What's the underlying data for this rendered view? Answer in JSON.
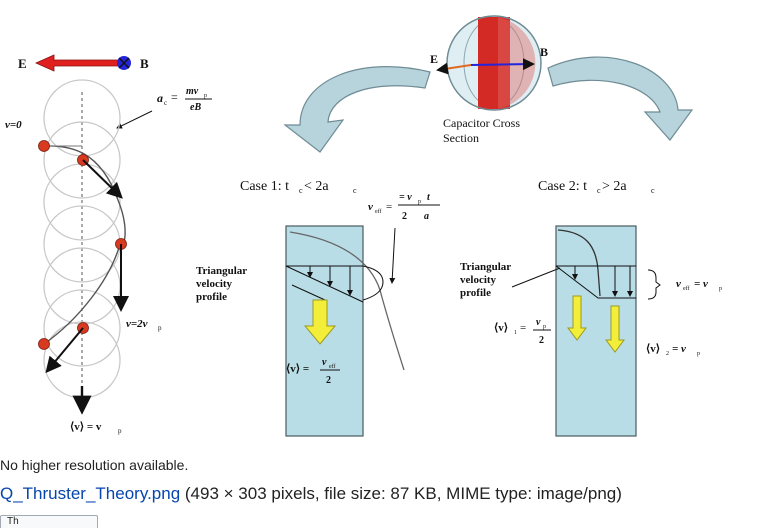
{
  "figure": {
    "left_panel": {
      "e_label": "E",
      "b_label": "B",
      "radius_eq": "a",
      "radius_sub": "c",
      "radius_num": "mv",
      "radius_num_sub": "p",
      "radius_den": "eB",
      "v0": "v=0",
      "v2": "v=2v",
      "v2_sub": "p",
      "avg": "⟨v⟩ = v",
      "avg_sub": "p"
    },
    "capacitor": {
      "e_label": "E",
      "b_label": "B",
      "caption_line1": "Capacitor Cross",
      "caption_line2": "Section"
    },
    "case1": {
      "title": "Case 1: t",
      "title_rest": " < 2a",
      "sub": "c",
      "eff_lhs": "v",
      "eff_lhs_sub": "eff",
      "eff_rhs": "= v",
      "eff_rhs_sub": "p",
      "eff_frac_den": "2",
      "eff_t": "t",
      "eff_a": "a",
      "profile_l1": "Triangular",
      "profile_l2": "velocity",
      "profile_l3": "profile",
      "avg_lhs": "⟨v⟩ =",
      "avg_num": "v",
      "avg_num_sub": "eff",
      "avg_den": "2"
    },
    "case2": {
      "title": "Case 2: t",
      "title_rest": " > 2a",
      "sub": "c",
      "profile_l1": "Triangular",
      "profile_l2": "velocity",
      "profile_l3": "profile",
      "eff": "v",
      "eff_sub": "eff",
      "eff_rhs": "= v",
      "eff_rhs_sub": "p",
      "avg1_lhs": "⟨v⟩",
      "avg1_sub": "1",
      "avg1_num": "v",
      "avg1_num_sub": "p",
      "avg1_den": "2",
      "avg2_lhs": "⟨v⟩",
      "avg2_sub": "2",
      "avg2_rhs": "= v",
      "avg2_rhs_sub": "p"
    },
    "colors": {
      "e_arrow": "#e0201f",
      "b_dot": "#2424d8",
      "particle": "#d83a1f",
      "box_fill": "#b9dde6",
      "yellow_arrow": "#f2ee3a",
      "swoosh": "#b7d3dc"
    }
  },
  "page": {
    "note": "No higher resolution available.",
    "file_name": "Q_Thruster_Theory.png",
    "file_meta": " (493 × 303 pixels, file size: 87 KB, MIME type: image/png)",
    "tab_label": "Th"
  }
}
